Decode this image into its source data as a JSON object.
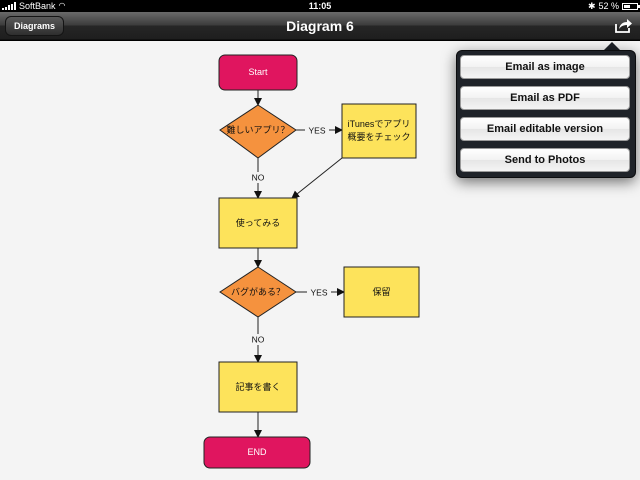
{
  "status_bar": {
    "carrier": "SoftBank",
    "time": "11:05",
    "battery": "52 %",
    "battery_level": 0.52
  },
  "nav": {
    "back_label": "Diagrams",
    "title": "Diagram 6",
    "share_icon": "share-icon"
  },
  "share_menu": {
    "items": [
      "Email as image",
      "Email as PDF",
      "Email editable version",
      "Send to Photos"
    ]
  },
  "diagram": {
    "nodes": {
      "start": "Start",
      "decision1": "難しいアプリ？",
      "check": [
        "iTunesでアプリ",
        "概要をチェック"
      ],
      "try": "使ってみる",
      "decision2": "バグがある？",
      "hold": "保留",
      "write": "記事を書く",
      "end": "END"
    },
    "labels": {
      "yes1": "YES",
      "no1": "NO",
      "yes2": "YES",
      "no2": "NO"
    },
    "colors": {
      "terminal": "#e0155f",
      "decision": "#f5923e",
      "process": "#fde35b",
      "background": "#f4f4f4"
    }
  }
}
